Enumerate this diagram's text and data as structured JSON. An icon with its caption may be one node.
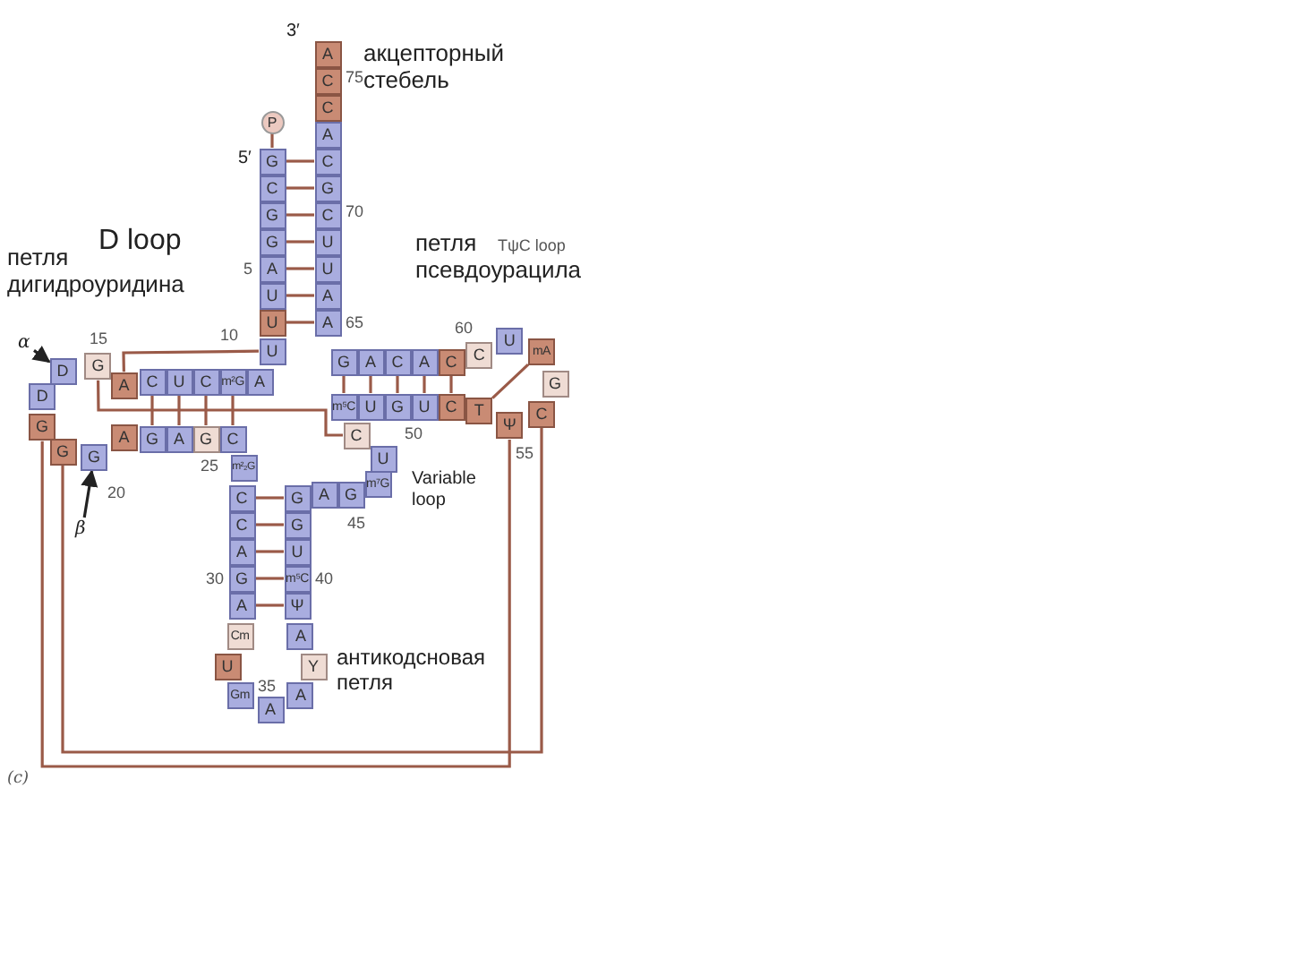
{
  "diagram": {
    "nodes": [
      {
        "text": [
          "P"
        ]
      },
      {
        "text": [
          "G"
        ]
      },
      {
        "text": [
          "C"
        ]
      },
      {
        "text": [
          "G"
        ]
      },
      {
        "text": [
          "G"
        ]
      },
      {
        "text": [
          "A"
        ]
      },
      {
        "text": [
          "U"
        ]
      },
      {
        "text": [
          "U"
        ]
      },
      {
        "text": [
          "U"
        ]
      },
      {
        "text": [
          "A"
        ]
      },
      {
        "text": [
          "m²G"
        ]
      },
      {
        "text": [
          "C"
        ]
      },
      {
        "text": [
          "U"
        ]
      },
      {
        "text": [
          "C"
        ]
      },
      {
        "text": [
          "A"
        ]
      },
      {
        "text": [
          "G"
        ]
      },
      {
        "text": [
          "D"
        ]
      },
      {
        "text": [
          "D"
        ]
      },
      {
        "text": [
          "G"
        ]
      },
      {
        "text": [
          "G"
        ]
      },
      {
        "text": [
          "G"
        ]
      },
      {
        "text": [
          "A"
        ]
      },
      {
        "text": [
          "G"
        ]
      },
      {
        "text": [
          "A"
        ]
      },
      {
        "text": [
          "G"
        ]
      },
      {
        "text": [
          "C"
        ]
      },
      {
        "text": [
          "m²₂G"
        ]
      },
      {
        "text": [
          "C"
        ]
      },
      {
        "text": [
          "C"
        ]
      },
      {
        "text": [
          "A"
        ]
      },
      {
        "text": [
          "G"
        ]
      },
      {
        "text": [
          "A"
        ]
      },
      {
        "text": [
          "Cm"
        ]
      },
      {
        "text": [
          "U"
        ]
      },
      {
        "text": [
          "Gm"
        ]
      },
      {
        "text": [
          "A"
        ]
      },
      {
        "text": [
          "A"
        ]
      },
      {
        "text": [
          "Y"
        ]
      },
      {
        "text": [
          "A"
        ]
      },
      {
        "text": [
          "Ψ"
        ]
      },
      {
        "text": [
          "m⁵C"
        ]
      },
      {
        "text": [
          "U"
        ]
      },
      {
        "text": [
          "G"
        ]
      },
      {
        "text": [
          "G"
        ]
      },
      {
        "text": [
          "A"
        ]
      },
      {
        "text": [
          "G"
        ]
      },
      {
        "text": [
          "m⁷G"
        ]
      },
      {
        "text": [
          "U"
        ]
      },
      {
        "text": [
          "C"
        ]
      },
      {
        "text": [
          "m⁵C"
        ]
      },
      {
        "text": [
          "U"
        ]
      },
      {
        "text": [
          "G"
        ]
      },
      {
        "text": [
          "U"
        ]
      },
      {
        "text": [
          "C"
        ]
      },
      {
        "text": [
          "T"
        ]
      },
      {
        "text": [
          "Ψ"
        ]
      },
      {
        "text": [
          "C"
        ]
      },
      {
        "text": [
          "G"
        ]
      },
      {
        "text": [
          "mA"
        ]
      },
      {
        "text": [
          "U"
        ]
      },
      {
        "text": [
          "C"
        ]
      },
      {
        "text": [
          "C"
        ]
      },
      {
        "text": [
          "A"
        ]
      },
      {
        "text": [
          "C"
        ]
      },
      {
        "text": [
          "A"
        ]
      },
      {
        "text": [
          "G"
        ]
      },
      {
        "text": [
          "A"
        ]
      },
      {
        "text": [
          "A"
        ]
      },
      {
        "text": [
          "U"
        ]
      },
      {
        "text": [
          "U"
        ]
      },
      {
        "text": [
          "C"
        ]
      },
      {
        "text": [
          "G"
        ]
      },
      {
        "text": [
          "C"
        ]
      },
      {
        "text": [
          "A"
        ]
      },
      {
        "text": [
          "C"
        ]
      },
      {
        "text": [
          "C"
        ]
      },
      {
        "text": [
          "A"
        ]
      },
      {
        "text": [
          "α"
        ]
      },
      {
        "text": [
          "β"
        ]
      }
    ],
    "edges": [
      {
        "from": 1,
        "to": 72,
        "arrow": "none"
      },
      {
        "from": 2,
        "to": 71,
        "arrow": "none"
      },
      {
        "from": 3,
        "to": 70,
        "arrow": "none"
      },
      {
        "from": 4,
        "to": 69,
        "arrow": "none"
      },
      {
        "from": 5,
        "to": 68,
        "arrow": "none"
      },
      {
        "from": 6,
        "to": 67,
        "arrow": "none"
      },
      {
        "from": 7,
        "to": 66,
        "arrow": "none"
      },
      {
        "from": 10,
        "to": 25,
        "arrow": "none"
      },
      {
        "from": 11,
        "to": 24,
        "arrow": "none"
      },
      {
        "from": 12,
        "to": 23,
        "arrow": "none"
      },
      {
        "from": 13,
        "to": 22,
        "arrow": "none"
      },
      {
        "from": 27,
        "to": 43,
        "arrow": "none"
      },
      {
        "from": 28,
        "to": 42,
        "arrow": "none"
      },
      {
        "from": 29,
        "to": 41,
        "arrow": "none"
      },
      {
        "from": 30,
        "to": 40,
        "arrow": "none"
      },
      {
        "from": 31,
        "to": 39,
        "arrow": "none"
      },
      {
        "from": 49,
        "to": 65,
        "arrow": "none"
      },
      {
        "from": 50,
        "to": 64,
        "arrow": "none"
      },
      {
        "from": 51,
        "to": 63,
        "arrow": "none"
      },
      {
        "from": 52,
        "to": 62,
        "arrow": "none"
      },
      {
        "from": 53,
        "to": 61,
        "arrow": "none"
      },
      {
        "from": 0,
        "to": 1,
        "arrow": "none"
      },
      {
        "from": 8,
        "to": 14,
        "arrow": "none"
      },
      {
        "from": 15,
        "to": 48,
        "arrow": "none"
      },
      {
        "from": 18,
        "to": 55,
        "arrow": "none"
      },
      {
        "from": 19,
        "to": 56,
        "arrow": "none"
      },
      {
        "from": 54,
        "to": 58,
        "arrow": "none"
      },
      {
        "from": 77,
        "to": 16,
        "arrow": "to",
        "color": "#222222"
      },
      {
        "from": 78,
        "to": 20,
        "arrow": "to",
        "color": "#222222"
      }
    ],
    "labels": [
      "3′",
      "75",
      "акцепторный стебель",
      "5′",
      "70",
      "петля дигидроуридина",
      "D loop",
      "петля псевдоурацила",
      "TψC loop",
      "5",
      "15",
      "65",
      "60",
      "10",
      "50",
      "25",
      "Variable loop",
      "20",
      "55",
      "45",
      "30",
      "40",
      "антикодсновая петля",
      "35",
      "(c)"
    ]
  }
}
